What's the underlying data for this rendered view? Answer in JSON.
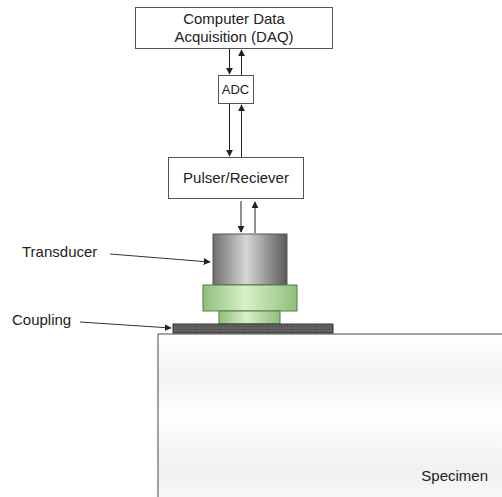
{
  "diagram": {
    "nodes": [
      {
        "text": [
          "Computer Data Acquisition (DAQ)"
        ]
      },
      {
        "text": [
          "ADC"
        ]
      },
      {
        "text": [
          "Pulser/Reciever"
        ]
      },
      {
        "text": [
          "Specimen"
        ]
      }
    ],
    "edges": [
      {
        "from": 0,
        "to": 1,
        "arrow": "to"
      },
      {
        "from": 1,
        "to": 0,
        "arrow": "to"
      },
      {
        "from": 1,
        "to": 2,
        "arrow": "to"
      },
      {
        "from": 2,
        "to": 1,
        "arrow": "to"
      }
    ],
    "labels": [
      "Transducer",
      "Coupling"
    ]
  }
}
